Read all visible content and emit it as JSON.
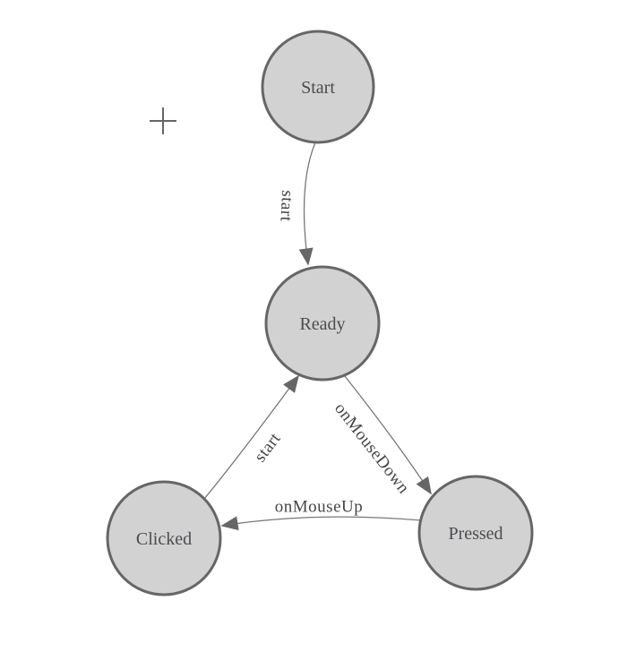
{
  "canvas": {
    "background": "#ffffff",
    "origin_marker_glyph": "+"
  },
  "colors": {
    "node_fill": "#d2d2d2",
    "node_stroke": "#666666",
    "edge_stroke": "#777777",
    "arrow_fill": "#666666",
    "node_text": "#4c4c50",
    "edge_text": "#454545"
  },
  "nodes": [
    {
      "id": "start",
      "label": "Start"
    },
    {
      "id": "ready",
      "label": "Ready"
    },
    {
      "id": "clicked",
      "label": "Clicked"
    },
    {
      "id": "pressed",
      "label": "Pressed"
    }
  ],
  "edges": [
    {
      "from": "start",
      "to": "ready",
      "label": "start"
    },
    {
      "from": "clicked",
      "to": "ready",
      "label": "start"
    },
    {
      "from": "ready",
      "to": "pressed",
      "label": "onMouseDown"
    },
    {
      "from": "pressed",
      "to": "clicked",
      "label": "onMouseUp"
    }
  ]
}
